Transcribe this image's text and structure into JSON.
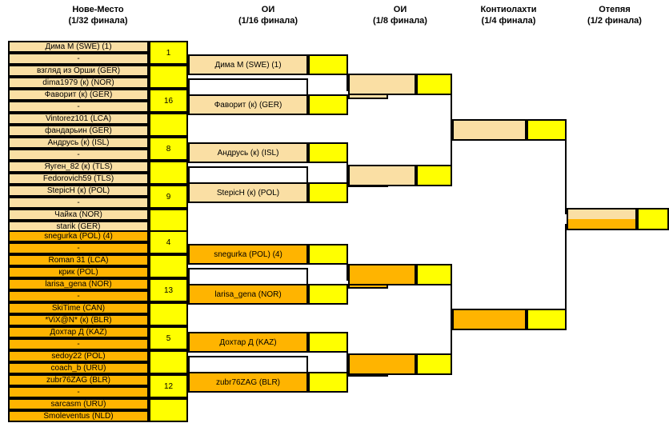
{
  "headers": [
    {
      "line1": "Нове-Место",
      "line2": "(1/32 финала)"
    },
    {
      "line1": "ОИ",
      "line2": "(1/16 финала)"
    },
    {
      "line1": "ОИ",
      "line2": "(1/8 финала)"
    },
    {
      "line1": "Контиолахти",
      "line2": "(1/4 финала)"
    },
    {
      "line1": "Отепяя",
      "line2": "(1/2 финала)"
    }
  ],
  "colors": {
    "light": "#fadfa4",
    "dark": "#ffb400",
    "score": "#ffff00",
    "border": "#000000",
    "background": "#ffffff"
  },
  "upper_bracket": {
    "round32": [
      {
        "name": "Дима М (SWE) (1)",
        "seed": "1",
        "sub": "-"
      },
      {
        "name": "взгляд из Орши (GER)",
        "seed": "",
        "sub": "dima1979 (к) (NOR)"
      },
      {
        "name": "Фаворит (к) (GER)",
        "seed": "16",
        "sub": "-"
      },
      {
        "name": "Vintorez101 (LCA)",
        "seed": "",
        "sub": "фандарьин (GER)"
      },
      {
        "name": "Андрусь (к) (ISL)",
        "seed": "8",
        "sub": "-"
      },
      {
        "name": "Яуген_82 (к) (TLS)",
        "seed": "",
        "sub": "Fedorovich59 (TLS)"
      },
      {
        "name": "StepicH (к) (POL)",
        "seed": "9",
        "sub": "-"
      },
      {
        "name": "Чайка (NOR)",
        "seed": "",
        "sub": "starik (GER)"
      }
    ],
    "round16": [
      {
        "name": "Дима М (SWE) (1)",
        "score": ""
      },
      {
        "name": "",
        "score": ""
      },
      {
        "name": "Фаворит (к) (GER)",
        "score": ""
      },
      {
        "name": "Андрусь (к) (ISL)",
        "score": ""
      },
      {
        "name": "",
        "score": ""
      },
      {
        "name": "StepicH (к) (POL)",
        "score": ""
      }
    ],
    "round8": [
      {
        "name": "",
        "score": ""
      },
      {
        "name": "",
        "score": ""
      }
    ],
    "round4": [
      {
        "name": "",
        "score": ""
      }
    ]
  },
  "lower_bracket": {
    "round32": [
      {
        "name": "snegurka (POL) (4)",
        "seed": "4",
        "sub": "-"
      },
      {
        "name": "Roman 31 (LCA)",
        "seed": "",
        "sub": "крик (POL)"
      },
      {
        "name": "larisa_gena (NOR)",
        "seed": "13",
        "sub": "-"
      },
      {
        "name": "SkiTime (CAN)",
        "seed": "",
        "sub": "*ViX@N* (к) (BLR)"
      },
      {
        "name": "Дохтар Д (KAZ)",
        "seed": "5",
        "sub": "-"
      },
      {
        "name": "sedoy22 (POL)",
        "seed": "",
        "sub": "coach_b (URU)"
      },
      {
        "name": "zubr76ZAG (BLR)",
        "seed": "12",
        "sub": "-"
      },
      {
        "name": "sarcasm (URU)",
        "seed": "",
        "sub": "Smoleventus (NLD)"
      }
    ],
    "round16": [
      {
        "name": "snegurka (POL) (4)",
        "score": ""
      },
      {
        "name": "",
        "score": ""
      },
      {
        "name": "larisa_gena (NOR)",
        "score": ""
      },
      {
        "name": "Дохтар Д (KAZ)",
        "score": ""
      },
      {
        "name": "",
        "score": ""
      },
      {
        "name": "zubr76ZAG (BLR)",
        "score": ""
      }
    ],
    "round8": [
      {
        "name": "",
        "score": ""
      },
      {
        "name": "",
        "score": ""
      }
    ],
    "round4": [
      {
        "name": "",
        "score": ""
      }
    ]
  },
  "final": {
    "name": "",
    "score": ""
  }
}
